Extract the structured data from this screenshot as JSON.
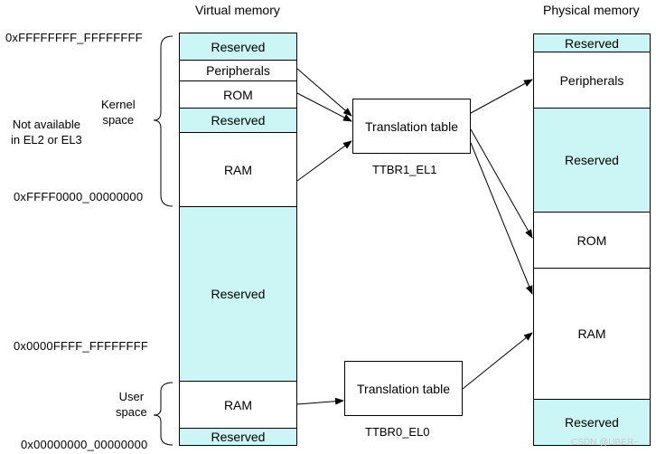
{
  "titles": {
    "virtual": "Virtual memory",
    "physical": "Physical memory"
  },
  "addresses": {
    "top": "0xFFFFFFFF_FFFFFFFF",
    "kernel_base": "0xFFFF0000_00000000",
    "user_top": "0x0000FFFF_FFFFFFFF",
    "bottom": "0x00000000_00000000"
  },
  "labels": {
    "kernel_space_line1": "Kernel",
    "kernel_space_line2": "space",
    "not_available_line1": "Not available",
    "not_available_line2": "in EL2 or EL3",
    "user_space_line1": "User",
    "user_space_line2": "space"
  },
  "virtual_regions": [
    "Reserved",
    "Peripherals",
    "ROM",
    "Reserved",
    "RAM",
    "Reserved",
    "RAM",
    "Reserved"
  ],
  "physical_regions": [
    "Reserved",
    "Peripherals",
    "Reserved",
    "ROM",
    "RAM",
    "Reserved"
  ],
  "translation_tables": {
    "kernel": {
      "label": "Translation table",
      "register": "TTBR1_EL1"
    },
    "user": {
      "label": "Translation table",
      "register": "TTBR0_EL0"
    }
  },
  "colors": {
    "reserved_fill": "#ccf5f6",
    "border": "#000000"
  },
  "watermark": "CSDN @UBER~"
}
